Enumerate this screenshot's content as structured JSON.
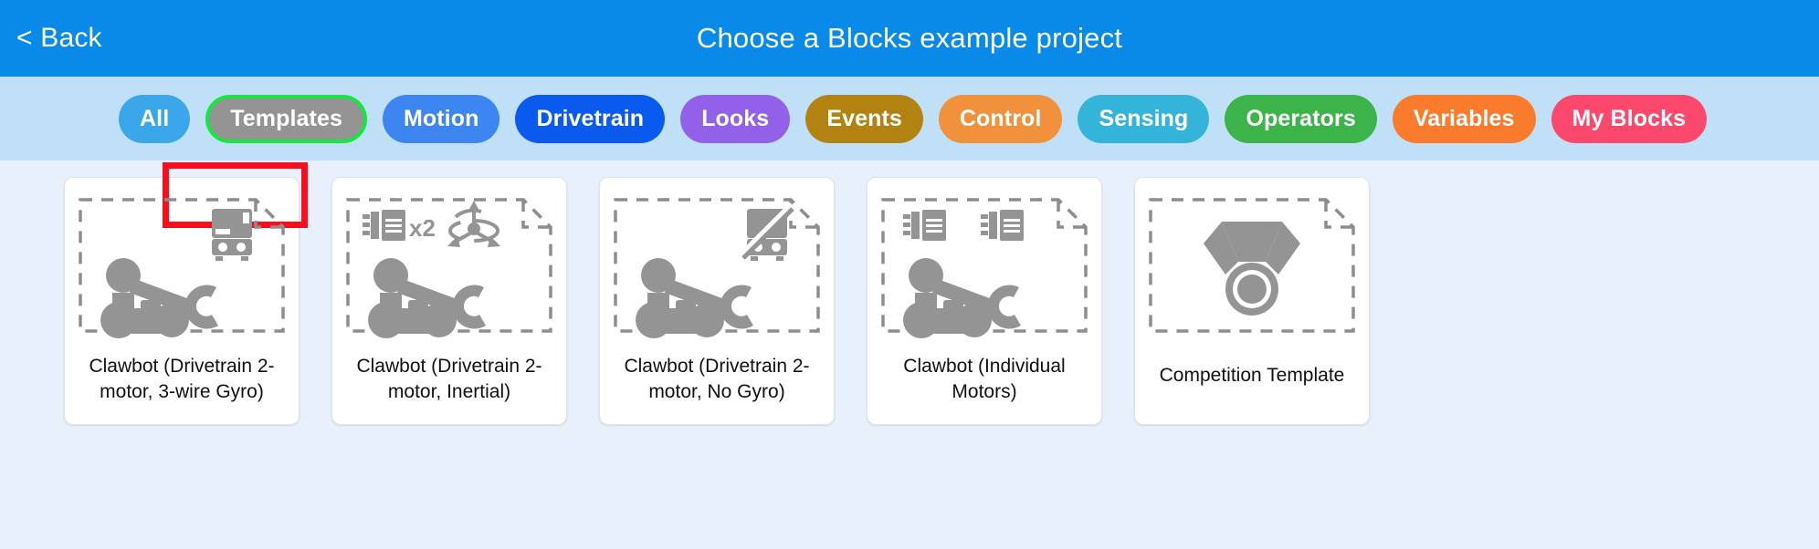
{
  "header": {
    "back_label": "< Back",
    "title": "Choose a Blocks example project",
    "background_color": "#0a8ae8",
    "text_color": "#ffffff"
  },
  "category_bar": {
    "background_color": "#bfe0f7",
    "selected_category": "Templates",
    "highlight_color": "#fc0d1b",
    "selected_outline_color": "#14e83c",
    "categories": [
      {
        "label": "All",
        "color": "#3aa7ea",
        "selected": false
      },
      {
        "label": "Templates",
        "color": "#949494",
        "selected": true
      },
      {
        "label": "Motion",
        "color": "#3d85f0",
        "selected": false
      },
      {
        "label": "Drivetrain",
        "color": "#0a5bed",
        "selected": false
      },
      {
        "label": "Looks",
        "color": "#9360ea",
        "selected": false
      },
      {
        "label": "Events",
        "color": "#b38312",
        "selected": false
      },
      {
        "label": "Control",
        "color": "#f2913c",
        "selected": false
      },
      {
        "label": "Sensing",
        "color": "#34b4d8",
        "selected": false
      },
      {
        "label": "Operators",
        "color": "#3cb44a",
        "selected": false
      },
      {
        "label": "Variables",
        "color": "#fa7b2c",
        "selected": false
      },
      {
        "label": "My Blocks",
        "color": "#fc486c",
        "selected": false
      }
    ]
  },
  "projects": [
    {
      "title": "Clawbot (Drivetrain 2-motor, 3-wire Gyro)",
      "thumbnail": "clawbot-gyro-icon",
      "badges": [
        "gyro-sensor-icon"
      ]
    },
    {
      "title": "Clawbot (Drivetrain 2-motor, Inertial)",
      "thumbnail": "clawbot-inertial-icon",
      "badges": [
        "motor-x2-icon",
        "inertial-sensor-icon"
      ]
    },
    {
      "title": "Clawbot (Drivetrain 2-motor, No Gyro)",
      "thumbnail": "clawbot-nogyro-icon",
      "badges": [
        "no-gyro-icon"
      ]
    },
    {
      "title": "Clawbot (Individual Motors)",
      "thumbnail": "clawbot-motors-icon",
      "badges": [
        "motor-icon",
        "motor-icon"
      ]
    },
    {
      "title": "Competition Template",
      "thumbnail": "medal-icon",
      "badges": []
    }
  ],
  "colors": {
    "page_background": "#e8f1fb",
    "card_background": "#ffffff",
    "icon_gray": "#949494",
    "dashed_border": "#8d8d8d"
  }
}
